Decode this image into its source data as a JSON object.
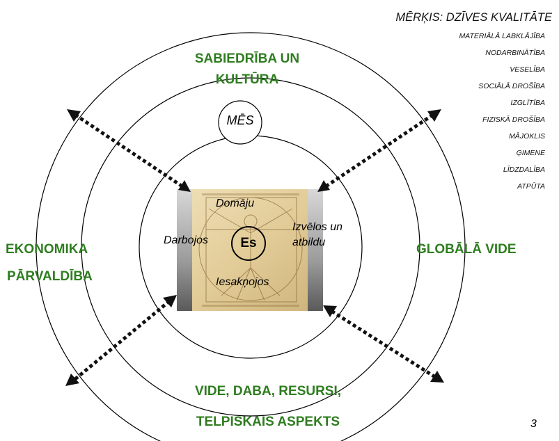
{
  "goal": {
    "title": "MĒRĶIS: DZĪVES KVALITĀTE",
    "items": [
      "MATERIĀLĀ LABKLĀJĪBA",
      "NODARBINĀTĪBA",
      "VESELĪBA",
      "SOCIĀLĀ DROŠĪBA",
      "IZGLĪTĪBA",
      "FIZISKĀ DROŠĪBA",
      "MĀJOKLIS",
      "ĢIMENE",
      "LĪDZDALĪBA",
      "ATPŪTA"
    ]
  },
  "spheres": {
    "top_line1": "SABIEDRĪBA UN",
    "top_line2": "KULTŪRA",
    "left_line1": "EKONOMIKA",
    "left_line2": "PĀRVALDĪBA",
    "right": "GLOBĀLĀ VIDE",
    "bottom_line1": "VIDE, DABA, RESURSI,",
    "bottom_line2": "TELPISKAIS ASPEKTS"
  },
  "center": {
    "we": "MĒS",
    "me": "Es",
    "think": "Domāju",
    "act": "Darbojos",
    "choose_line1": "Izvēlos un",
    "choose_line2": "atbildu",
    "root": "Iesakņojos"
  },
  "page_number": "3",
  "colors": {
    "sphere_text": "#2e7d1f",
    "arrow": "#111111",
    "circle_stroke": "#000000"
  }
}
